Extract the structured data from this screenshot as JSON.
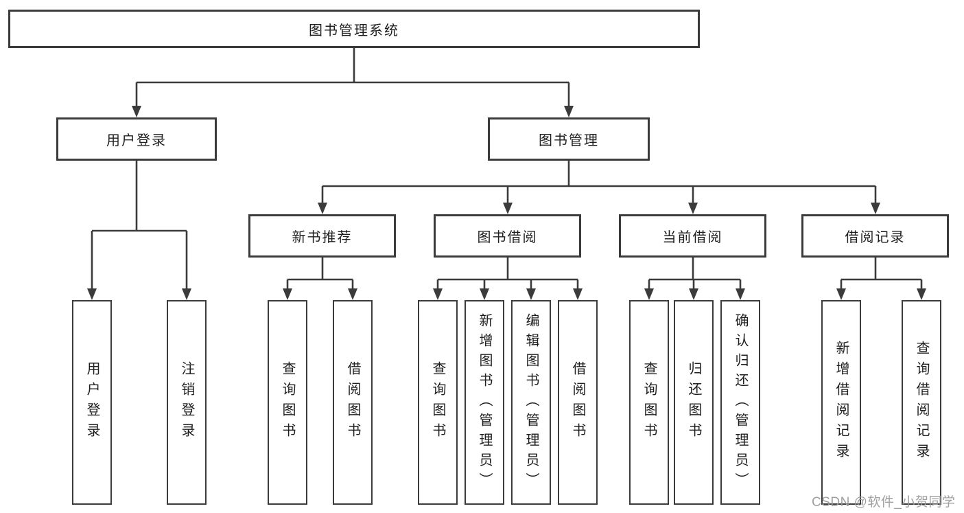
{
  "diagram": {
    "root": {
      "label": "图书管理系统"
    },
    "branches": [
      {
        "label": "用户登录"
      },
      {
        "label": "图书管理"
      }
    ],
    "modules": [
      {
        "label": "新书推荐"
      },
      {
        "label": "图书借阅"
      },
      {
        "label": "当前借阅"
      },
      {
        "label": "借阅记录"
      }
    ],
    "leaves": [
      {
        "label": "用户登录"
      },
      {
        "label": "注销登录"
      },
      {
        "label": "查询图书"
      },
      {
        "label": "借阅图书"
      },
      {
        "label": "查询图书"
      },
      {
        "label": "新增图书（管理员）"
      },
      {
        "label": "编辑图书（管理员）"
      },
      {
        "label": "借阅图书"
      },
      {
        "label": "查询图书"
      },
      {
        "label": "归还图书"
      },
      {
        "label": "确认归还（管理员）"
      },
      {
        "label": "新增借阅记录"
      },
      {
        "label": "查询借阅记录"
      }
    ]
  },
  "watermark": {
    "text": "CSDN @软件_小贺同学"
  },
  "colors": {
    "line": "#3b3b3b",
    "box_border": "#3b3b3b",
    "text": "#1f1f1f",
    "watermark": "#9b9b9b",
    "background": "#ffffff"
  }
}
